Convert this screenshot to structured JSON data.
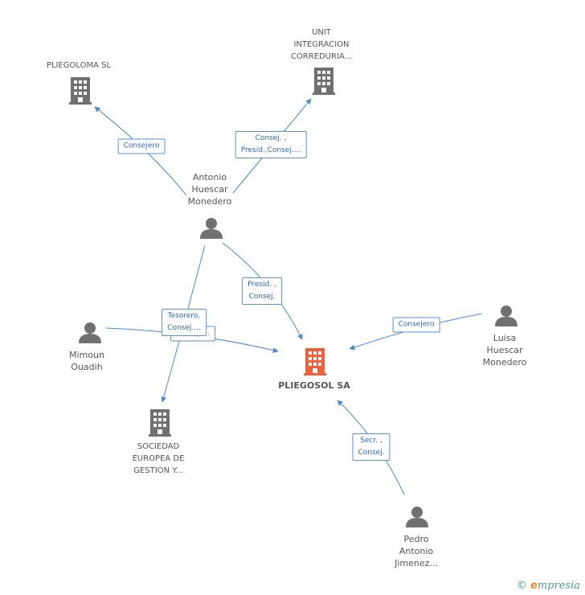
{
  "colors": {
    "edge": "#4a86d8",
    "icon": "#707070",
    "main_icon": "#f0603a",
    "label_border": "#5b8fd6"
  },
  "nodes": {
    "pliegoloma": {
      "lines": [
        "PLIEGOLOMA SL"
      ],
      "icon": "building-icon"
    },
    "unit": {
      "lines": [
        "UNIT",
        "INTEGRACION",
        "CORREDURIA..."
      ],
      "icon": "building-icon"
    },
    "antonio": {
      "lines": [
        "Antonio",
        "Huescar",
        "Monedero"
      ],
      "icon": "person-icon"
    },
    "mimoun": {
      "lines": [
        "Mimoun",
        "Ouadih"
      ],
      "icon": "person-icon"
    },
    "pliegosol": {
      "lines": [
        "PLIEGOSOL SA"
      ],
      "icon": "building-icon"
    },
    "luisa": {
      "lines": [
        "Luisa",
        "Huescar",
        "Monedero"
      ],
      "icon": "person-icon"
    },
    "sociedad": {
      "lines": [
        "SOCIEDAD",
        "EUROPEA DE",
        "GESTION Y..."
      ],
      "icon": "building-icon"
    },
    "pedro": {
      "lines": [
        "Pedro",
        "Antonio",
        "Jimenez..."
      ],
      "icon": "person-icon"
    }
  },
  "edges": {
    "antonio_pliegoloma": {
      "lines": [
        "Consejero"
      ]
    },
    "antonio_unit": {
      "lines": [
        "Consej. ,",
        "Presid.,Consej...."
      ]
    },
    "antonio_pliegosol": {
      "lines": [
        "Presid. ,",
        "Consej."
      ]
    },
    "antonio_sociedad": {
      "lines": [
        "Tesorero,",
        "Consej...."
      ]
    },
    "mimoun_pliegosol": {
      "lines": [
        "Consej...."
      ]
    },
    "luisa_pliegosol": {
      "lines": [
        "Consejero"
      ]
    },
    "pedro_pliegosol": {
      "lines": [
        "Secr. ,",
        "Consej."
      ]
    }
  },
  "footer": {
    "copyright": "©",
    "brand_e": "e",
    "brand_rest": "mpresia"
  }
}
